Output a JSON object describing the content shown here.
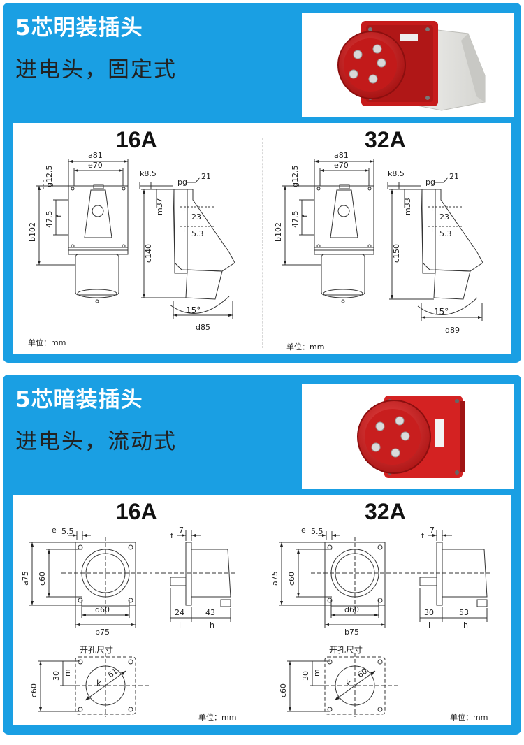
{
  "surface": {
    "title": "5芯明装插头",
    "subtitle": "进电头，固定式",
    "left_rating": "16A",
    "right_rating": "32A",
    "unit_label": "单位：mm",
    "left": {
      "a": "a81",
      "e": "e70",
      "g": "g12.5",
      "f": "47.5",
      "f_letter": "f",
      "b": "b102",
      "k": "k8.5",
      "pg": "pg",
      "pg_num": "21",
      "m": "m37",
      "l": "l",
      "l_num": "23",
      "i": "i",
      "i_num": "5.3",
      "c": "c140",
      "angle": "15°",
      "d": "d85"
    },
    "right": {
      "a": "a81",
      "e": "e70",
      "g": "g12.5",
      "f": "47.5",
      "f_letter": "f",
      "b": "b102",
      "k": "k8.5",
      "pg": "pg",
      "pg_num": "21",
      "m": "m33",
      "l": "l",
      "l_num": "23",
      "i": "i",
      "i_num": "5.3",
      "c": "c150",
      "angle": "15°",
      "d": "d89"
    }
  },
  "panel": {
    "title": "5芯暗装插头",
    "subtitle": "进电头，流动式",
    "left_rating": "16A",
    "right_rating": "32A",
    "unit_label": "单位：mm",
    "cutout_label": "开孔尺寸",
    "left": {
      "e": "e",
      "e_num": "5.5",
      "a": "a75",
      "c": "c60",
      "d": "d60",
      "b": "b75",
      "f": "f",
      "f_num": "7",
      "i_num": "24",
      "i": "i",
      "h_num": "43",
      "h": "h",
      "m": "m",
      "m_num": "30",
      "k": "k",
      "k_num": "61",
      "c2": "c60"
    },
    "right": {
      "e": "e",
      "e_num": "5.5",
      "a": "a75",
      "c": "c60",
      "d": "d60",
      "b": "b75",
      "f": "f",
      "f_num": "7",
      "i_num": "30",
      "i": "i",
      "h_num": "53",
      "h": "h",
      "m": "m",
      "m_num": "30",
      "k": "k",
      "k_num": "60",
      "c2": "c60"
    }
  },
  "colors": {
    "section_bg": "#1a9fe3",
    "plug_red": "#d42222"
  }
}
